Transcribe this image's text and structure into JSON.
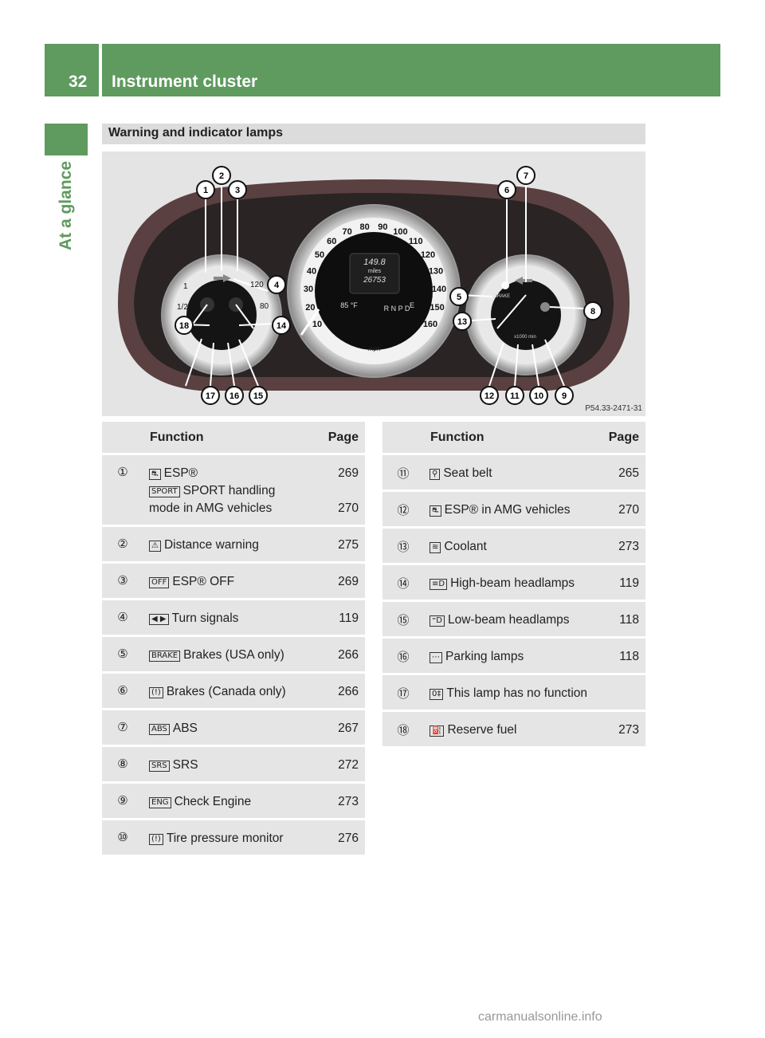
{
  "header": {
    "page_number": "32",
    "title": "Instrument cluster"
  },
  "side_label": "At a glance",
  "section_title": "Warning and indicator lamps",
  "figure": {
    "code": "P54.33-2471-31",
    "callouts": [
      "1",
      "2",
      "3",
      "4",
      "5",
      "6",
      "7",
      "8",
      "9",
      "10",
      "11",
      "12",
      "13",
      "14",
      "15",
      "16",
      "17",
      "18"
    ],
    "speedo_ticks": [
      "10",
      "20",
      "30",
      "40",
      "50",
      "60",
      "70",
      "80",
      "90",
      "100",
      "110",
      "120",
      "130",
      "140",
      "150",
      "160"
    ],
    "display_distance": "149.8",
    "display_unit": "miles",
    "display_odometer": "26753",
    "display_temp": "85 °F",
    "gears": "R N P D",
    "gear_e": "E",
    "speed_unit": "mph",
    "tach_unit": "x1000 min",
    "brake_label": "BRAKE",
    "gauge_80": "80",
    "gauge_120": "120",
    "gauge_half": "1/2",
    "gauge_1": "1"
  },
  "table_headers": {
    "function": "Function",
    "page": "Page"
  },
  "left_rows": [
    {
      "num": "①",
      "icon": "esp-icon",
      "text": "ESP®",
      "page": "269",
      "icon2": "SPORT",
      "text2": "SPORT handling mode in AMG vehicles",
      "page2": "270"
    },
    {
      "num": "②",
      "icon": "distance-warning-icon",
      "text": "Distance warning",
      "page": "275"
    },
    {
      "num": "③",
      "icon": "esp-off-icon",
      "text": "ESP® OFF",
      "page": "269"
    },
    {
      "num": "④",
      "icon": "turn-signals-icon",
      "text": "Turn signals",
      "page": "119"
    },
    {
      "num": "⑤",
      "icon": "brake-icon",
      "text": "Brakes (USA only)",
      "page": "266"
    },
    {
      "num": "⑥",
      "icon": "brake-canada-icon",
      "text": "Brakes (Canada only)",
      "page": "266"
    },
    {
      "num": "⑦",
      "icon": "abs-icon",
      "text": "ABS",
      "page": "267"
    },
    {
      "num": "⑧",
      "icon": "srs-icon",
      "text": "SRS",
      "page": "272"
    },
    {
      "num": "⑨",
      "icon": "check-engine-icon",
      "text": "Check Engine",
      "page": "273"
    },
    {
      "num": "⑩",
      "icon": "tire-pressure-icon",
      "text": "Tire pressure monitor",
      "page": "276"
    }
  ],
  "right_rows": [
    {
      "num": "⑪",
      "icon": "seat-belt-icon",
      "text": "Seat belt",
      "page": "265"
    },
    {
      "num": "⑫",
      "icon": "esp-icon",
      "text": "ESP® in AMG vehicles",
      "page": "270"
    },
    {
      "num": "⑬",
      "icon": "coolant-icon",
      "text": "Coolant",
      "page": "273"
    },
    {
      "num": "⑭",
      "icon": "high-beam-icon",
      "text": "High-beam headlamps",
      "page": "119"
    },
    {
      "num": "⑮",
      "icon": "low-beam-icon",
      "text": "Low-beam headlamps",
      "page": "118"
    },
    {
      "num": "⑯",
      "icon": "parking-lamps-icon",
      "text": "Parking lamps",
      "page": "118"
    },
    {
      "num": "⑰",
      "icon": "no-function-icon",
      "text": "This lamp has no function",
      "page": ""
    },
    {
      "num": "⑱",
      "icon": "reserve-fuel-icon",
      "text": "Reserve fuel",
      "page": "273"
    }
  ],
  "icon_glyphs": {
    "esp-icon": "⛐",
    "SPORT": "SPORT",
    "distance-warning-icon": "⚠",
    "esp-off-icon": "OFF",
    "turn-signals-icon": "◀ ▶",
    "brake-icon": "BRAKE",
    "brake-canada-icon": "(!)",
    "abs-icon": "ABS",
    "srs-icon": "SRS",
    "check-engine-icon": "ENG",
    "tire-pressure-icon": "(!)",
    "seat-belt-icon": "⚲",
    "coolant-icon": "≋",
    "high-beam-icon": "≡D",
    "low-beam-icon": "⁼D",
    "parking-lamps-icon": "⋯",
    "no-function-icon": "0‡",
    "reserve-fuel-icon": "⛽"
  },
  "watermark": "carmanualsonline.info",
  "colors": {
    "accent": "#5f9a5f",
    "section_bar": "#dcdcdc",
    "table_bg": "#e5e5e5"
  }
}
